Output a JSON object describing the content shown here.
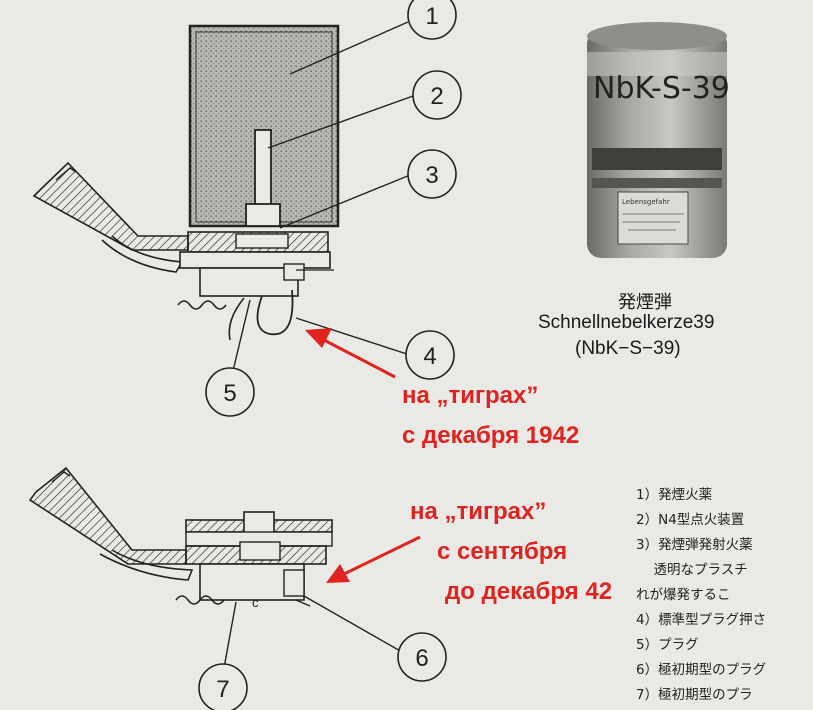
{
  "callouts": [
    "1",
    "2",
    "3",
    "4",
    "5",
    "6",
    "7"
  ],
  "annotations": {
    "tigers_dec_line1": "на „тиграх”",
    "tigers_dec_line2": "с декабря 1942",
    "tigers_sep_line1": "на „тиграх”",
    "tigers_sep_line2": "с сентября",
    "tigers_sep_line3": "до декабря 42"
  },
  "canister": {
    "label": "NbK-S-39",
    "sticker": "Lebensgefahr"
  },
  "caption": {
    "jp": "発煙弾",
    "name": "Schnellnebelkerze39",
    "code": "(NbK−S−39)"
  },
  "legend": [
    "1）発煙火薬",
    "2）N4型点火装置",
    "3）発煙弾発射火薬",
    "　透明なプラスチ",
    "れが爆発するこ",
    "4）標準型プラグ押さ",
    "5）プラグ",
    "6）極初期型のプラグ",
    "7）極初期型のプラ"
  ],
  "marks": {
    "c_letter": "c"
  },
  "colors": {
    "arrow": "#e0231f",
    "ink": "#222222",
    "paper": "#e9e9e5"
  }
}
